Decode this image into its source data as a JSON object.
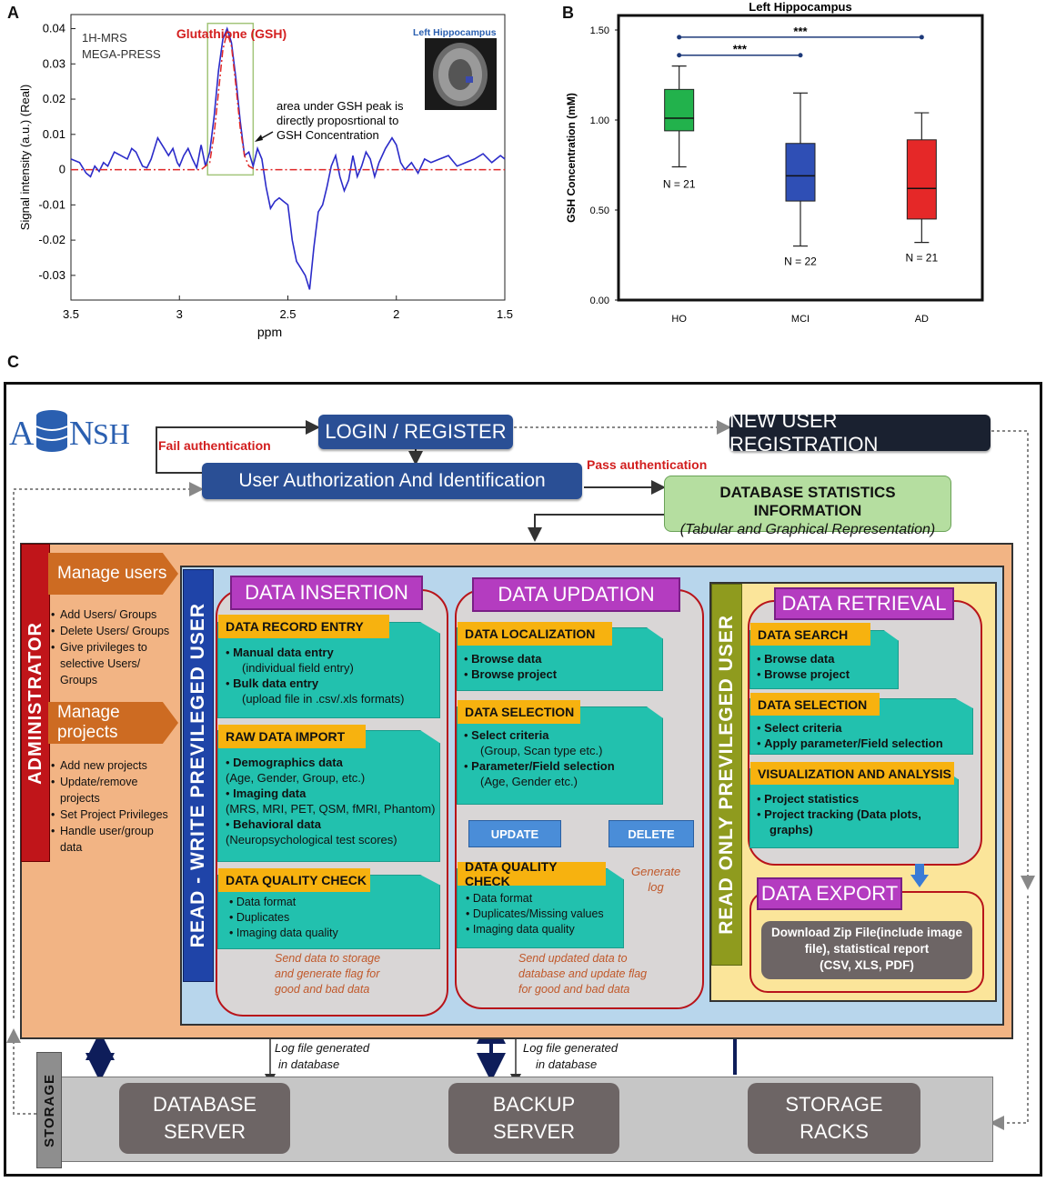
{
  "panels": {
    "a": "A",
    "b": "B",
    "c": "C"
  },
  "chart_data": [
    {
      "type": "line",
      "panel": "A",
      "title": "Glutathione (GSH)",
      "annotations": [
        "1H-MRS",
        "MEGA-PRESS",
        "area under GSH peak is",
        "directly proposrtional to",
        "GSH Concentration",
        "Left Hippocampus"
      ],
      "xlabel": "ppm",
      "ylabel": "Signal intensity (a.u.) (Real)",
      "xlim": [
        3.5,
        1.5
      ],
      "ylim": [
        -0.037,
        0.044
      ],
      "xticks": [
        "3.5",
        "3",
        "2.5",
        "2",
        "1.5"
      ],
      "yticks": [
        "0.04",
        "0.03",
        "0.02",
        "0.01",
        "0",
        "-0.01",
        "-0.02",
        "-0.03"
      ],
      "grid": false,
      "series": [
        {
          "values": [
            [
              3.5,
              0.003
            ],
            [
              3.46,
              0.002
            ],
            [
              3.43,
              -0.001
            ],
            [
              3.41,
              -0.002
            ],
            [
              3.39,
              0.001
            ],
            [
              3.37,
              -0.0005
            ],
            [
              3.35,
              0.002
            ],
            [
              3.33,
              0.001
            ],
            [
              3.3,
              0.005
            ],
            [
              3.27,
              0.004
            ],
            [
              3.24,
              0.003
            ],
            [
              3.22,
              0.006
            ],
            [
              3.2,
              0.005
            ],
            [
              3.17,
              0.001
            ],
            [
              3.15,
              0.0005
            ],
            [
              3.13,
              0.003
            ],
            [
              3.1,
              0.009
            ],
            [
              3.07,
              0.006
            ],
            [
              3.05,
              0.004
            ],
            [
              3.03,
              0.006
            ],
            [
              3.01,
              0.002
            ],
            [
              3.0,
              0.001
            ],
            [
              2.98,
              0.004
            ],
            [
              2.96,
              0.006
            ],
            [
              2.94,
              0.003
            ],
            [
              2.92,
              0.0005
            ],
            [
              2.9,
              0.007
            ],
            [
              2.88,
              0.001
            ],
            [
              2.86,
              0.005
            ],
            [
              2.84,
              0.015
            ],
            [
              2.82,
              0.028
            ],
            [
              2.8,
              0.037
            ],
            [
              2.78,
              0.04
            ],
            [
              2.76,
              0.036
            ],
            [
              2.74,
              0.026
            ],
            [
              2.72,
              0.014
            ],
            [
              2.7,
              0.004
            ],
            [
              2.68,
              0.005
            ],
            [
              2.66,
              0.001
            ],
            [
              2.64,
              0.006
            ],
            [
              2.62,
              0.003
            ],
            [
              2.6,
              -0.005
            ],
            [
              2.58,
              -0.011
            ],
            [
              2.56,
              -0.009
            ],
            [
              2.54,
              -0.008
            ],
            [
              2.52,
              -0.009
            ],
            [
              2.5,
              -0.01
            ],
            [
              2.48,
              -0.02
            ],
            [
              2.46,
              -0.026
            ],
            [
              2.44,
              -0.028
            ],
            [
              2.42,
              -0.03
            ],
            [
              2.4,
              -0.034
            ],
            [
              2.38,
              -0.022
            ],
            [
              2.36,
              -0.012
            ],
            [
              2.34,
              -0.01
            ],
            [
              2.32,
              -0.005
            ],
            [
              2.3,
              0.001
            ],
            [
              2.28,
              0.004
            ],
            [
              2.26,
              -0.002
            ],
            [
              2.24,
              -0.006
            ],
            [
              2.22,
              -0.003
            ],
            [
              2.2,
              0.004
            ],
            [
              2.18,
              -0.002
            ],
            [
              2.16,
              0.001
            ],
            [
              2.14,
              0.005
            ],
            [
              2.12,
              0.003
            ],
            [
              2.1,
              -0.002
            ],
            [
              2.08,
              0.002
            ],
            [
              2.05,
              0.006
            ],
            [
              2.02,
              0.009
            ],
            [
              2.0,
              0.007
            ],
            [
              1.98,
              0.002
            ],
            [
              1.96,
              0.0
            ],
            [
              1.93,
              0.002
            ],
            [
              1.9,
              -0.001
            ],
            [
              1.87,
              0.003
            ],
            [
              1.84,
              0.002
            ],
            [
              1.8,
              0.003
            ],
            [
              1.76,
              0.004
            ],
            [
              1.72,
              0.001
            ],
            [
              1.68,
              0.002
            ],
            [
              1.64,
              0.003
            ],
            [
              1.6,
              0.0045
            ],
            [
              1.56,
              0.002
            ],
            [
              1.52,
              0.004
            ],
            [
              1.5,
              0.003
            ]
          ],
          "color": "#2b2bc9"
        },
        {
          "values": [
            [
              3.5,
              0
            ],
            [
              2.9,
              0
            ],
            [
              2.86,
              0.002
            ],
            [
              2.84,
              0.01
            ],
            [
              2.82,
              0.022
            ],
            [
              2.8,
              0.034
            ],
            [
              2.78,
              0.039
            ],
            [
              2.76,
              0.035
            ],
            [
              2.74,
              0.024
            ],
            [
              2.72,
              0.012
            ],
            [
              2.7,
              0.004
            ],
            [
              2.68,
              0.001
            ],
            [
              2.65,
              0
            ],
            [
              1.5,
              0
            ]
          ],
          "color": "#e02828"
        }
      ],
      "peak_window": [
        2.87,
        2.66
      ]
    },
    {
      "type": "box",
      "panel": "B",
      "title": "Left Hippocampus",
      "xlabel": "",
      "ylabel": "GSH Concentration (mM)",
      "ylim": [
        0,
        1.5
      ],
      "yticks": [
        "0.00",
        "0.50",
        "1.00",
        "1.50"
      ],
      "categories": [
        "HO",
        "MCI",
        "AD"
      ],
      "boxes": [
        {
          "category": "HO",
          "whisker_low": 0.74,
          "q1": 0.94,
          "median": 1.01,
          "q3": 1.17,
          "whisker_high": 1.3,
          "n_label": "N = 21",
          "color": "#22b24c"
        },
        {
          "category": "MCI",
          "whisker_low": 0.3,
          "q1": 0.55,
          "median": 0.69,
          "q3": 0.87,
          "whisker_high": 1.15,
          "n_label": "N = 22",
          "color": "#2f4fb5"
        },
        {
          "category": "AD",
          "whisker_low": 0.32,
          "q1": 0.45,
          "median": 0.62,
          "q3": 0.89,
          "whisker_high": 1.04,
          "n_label": "N = 21",
          "color": "#e52828"
        }
      ],
      "significance": [
        {
          "from": "HO",
          "to": "AD",
          "y": 1.46,
          "label": "***"
        },
        {
          "from": "HO",
          "to": "MCI",
          "y": 1.36,
          "label": "***"
        }
      ]
    }
  ],
  "diagram": {
    "logo": {
      "left": "A",
      "right": "SH",
      "mid": "N"
    },
    "login": "LOGIN / REGISTER",
    "new_user": "NEW USER REGISTRATION",
    "fail": "Fail authentication",
    "auth": "User Authorization And Identification",
    "pass": "Pass authentication",
    "db_stats": {
      "title": "DATABASE STATISTICS INFORMATION",
      "sub": "(Tabular and Graphical Representation)"
    },
    "admin": {
      "label": "ADMINISTRATOR",
      "manage_users": "Manage users",
      "users_items": [
        "Add Users/ Groups",
        "Delete Users/ Groups",
        "Give privileges to",
        "selective Users/",
        "Groups"
      ],
      "manage_projects": "Manage projects",
      "projects_items": [
        "Add new projects",
        "Update/remove",
        "projects",
        "Set Project Privileges",
        "Handle user/group",
        "data"
      ]
    },
    "rw_user": "READ - WRITE PREVILEGED USER",
    "ro_user": "READ ONLY PREVILEGED USER",
    "insertion": {
      "title": "DATA INSERTION",
      "record_tag": "DATA RECORD ENTRY",
      "record_lines": [
        "Manual data entry",
        "(individual field entry)",
        "Bulk data entry",
        "(upload file in .csv/.xls formats)"
      ],
      "raw_tag": "RAW DATA IMPORT",
      "raw_lines": [
        "Demographics data",
        "(Age, Gender, Group, etc.)",
        "Imaging data",
        "(MRS, MRI, PET, QSM, fMRI, Phantom)",
        "Behavioral data",
        "(Neuropsychological test scores)"
      ],
      "qc_tag": "DATA QUALITY CHECK",
      "qc_lines": [
        "Data format",
        "Duplicates",
        "Imaging data quality"
      ],
      "note": [
        "Send data to storage",
        "and generate  flag for",
        "good and bad data"
      ]
    },
    "updation": {
      "title": "DATA UPDATION",
      "loc_tag": "DATA LOCALIZATION",
      "loc_lines": [
        "Browse data",
        "Browse project"
      ],
      "sel_tag": "DATA SELECTION",
      "sel_lines": [
        "Select criteria",
        "(Group, Scan type etc.)",
        "Parameter/Field selection",
        "(Age, Gender etc.)"
      ],
      "update": "UPDATE",
      "delete": "DELETE",
      "gen_log": [
        "Generate",
        "log"
      ],
      "qc_tag": "DATA QUALITY CHECK",
      "qc_lines": [
        "Data format",
        "Duplicates/Missing values",
        "Imaging data quality"
      ],
      "note": [
        "Send updated data to",
        "database and update flag",
        "for good and bad data"
      ]
    },
    "retrieval": {
      "title": "DATA  RETRIEVAL",
      "search_tag": "DATA SEARCH",
      "search_lines": [
        "Browse data",
        "Browse project"
      ],
      "sel_tag": "DATA SELECTION",
      "sel_lines": [
        "Select  criteria",
        "Apply parameter/Field selection"
      ],
      "vis_tag": "VISUALIZATION AND ANALYSIS",
      "vis_lines": [
        "Project statistics",
        "Project tracking (Data plots,",
        "graphs)"
      ]
    },
    "export": {
      "title": "DATA EXPORT",
      "box": [
        "Download Zip File(include image",
        "file), statistical report",
        "(CSV, XLS, PDF)"
      ]
    },
    "log1": [
      "Log file generated",
      "in  database"
    ],
    "log2": [
      "Log file generated",
      "in  database"
    ],
    "storage": "STORAGE",
    "db_server": [
      "DATABASE",
      "SERVER"
    ],
    "backup": [
      "BACKUP",
      "SERVER"
    ],
    "racks": [
      "STORAGE",
      "RACKS"
    ]
  }
}
